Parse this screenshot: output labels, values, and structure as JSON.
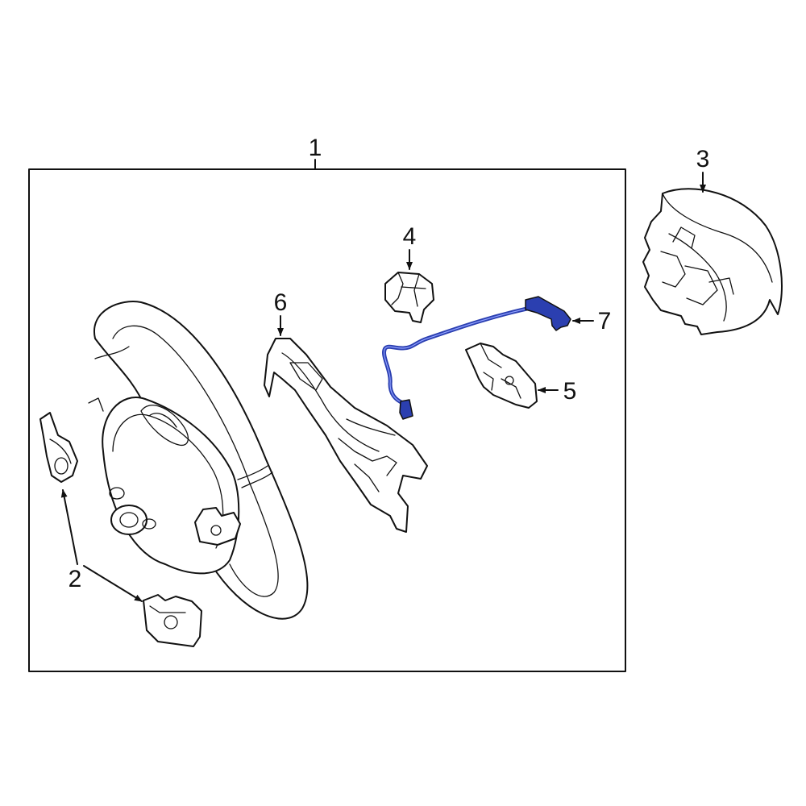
{
  "diagram": {
    "callouts": [
      {
        "id": "1",
        "label": "1"
      },
      {
        "id": "2",
        "label": "2"
      },
      {
        "id": "3",
        "label": "3"
      },
      {
        "id": "4",
        "label": "4"
      },
      {
        "id": "5",
        "label": "5"
      },
      {
        "id": "6",
        "label": "6"
      },
      {
        "id": "7",
        "label": "7"
      }
    ],
    "highlight_color": "#2b3fb0",
    "line_color": "#111111"
  }
}
